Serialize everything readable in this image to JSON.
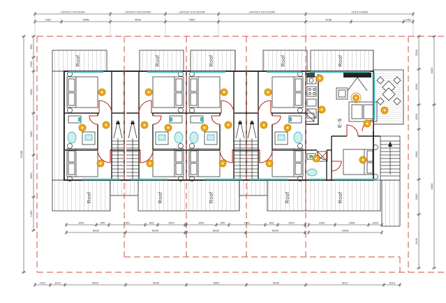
{
  "labels": {
    "roof": "Roof",
    "unit": "E-S"
  },
  "dimensions": {
    "top_main": [
      "LAYOUT 9'10 6000",
      "LAYOUT 9'10 DOOR",
      "LAYOUT 9'10 DOOR",
      "LAYOUT 9'10 DOOR",
      "12'10 CHAIN"
    ],
    "top_sub": [
      "1452",
      "4548",
      "4500",
      "4500",
      "",
      "4138",
      "",
      "1463"
    ],
    "bottom": [
      "1001",
      "1013",
      "6000",
      "6000",
      "6000",
      "6000",
      "6011",
      "1013"
    ],
    "left_outer": [
      "11038"
    ],
    "left_inner": [
      "850",
      "1500",
      "3000",
      "3000",
      "3000",
      "1450"
    ],
    "right_inner": [
      "2000",
      "2000",
      "1500",
      "3000",
      "2000",
      "3100"
    ],
    "right_outer": [
      "4000",
      "9400"
    ],
    "roof_sub_a": [
      "1501",
      "600",
      "1501",
      "600",
      "1501"
    ],
    "roof_sub_b": [
      "6000",
      "6000"
    ],
    "end_sub_a": [
      "1502",
      "1846",
      "1003"
    ],
    "end_sub_b": [
      "4348"
    ]
  },
  "colors": {
    "boundary": "#cd5241",
    "door": "#b5301c",
    "fixture": "#35bdbd",
    "light": "#F2A71B",
    "wall": "#222222"
  }
}
